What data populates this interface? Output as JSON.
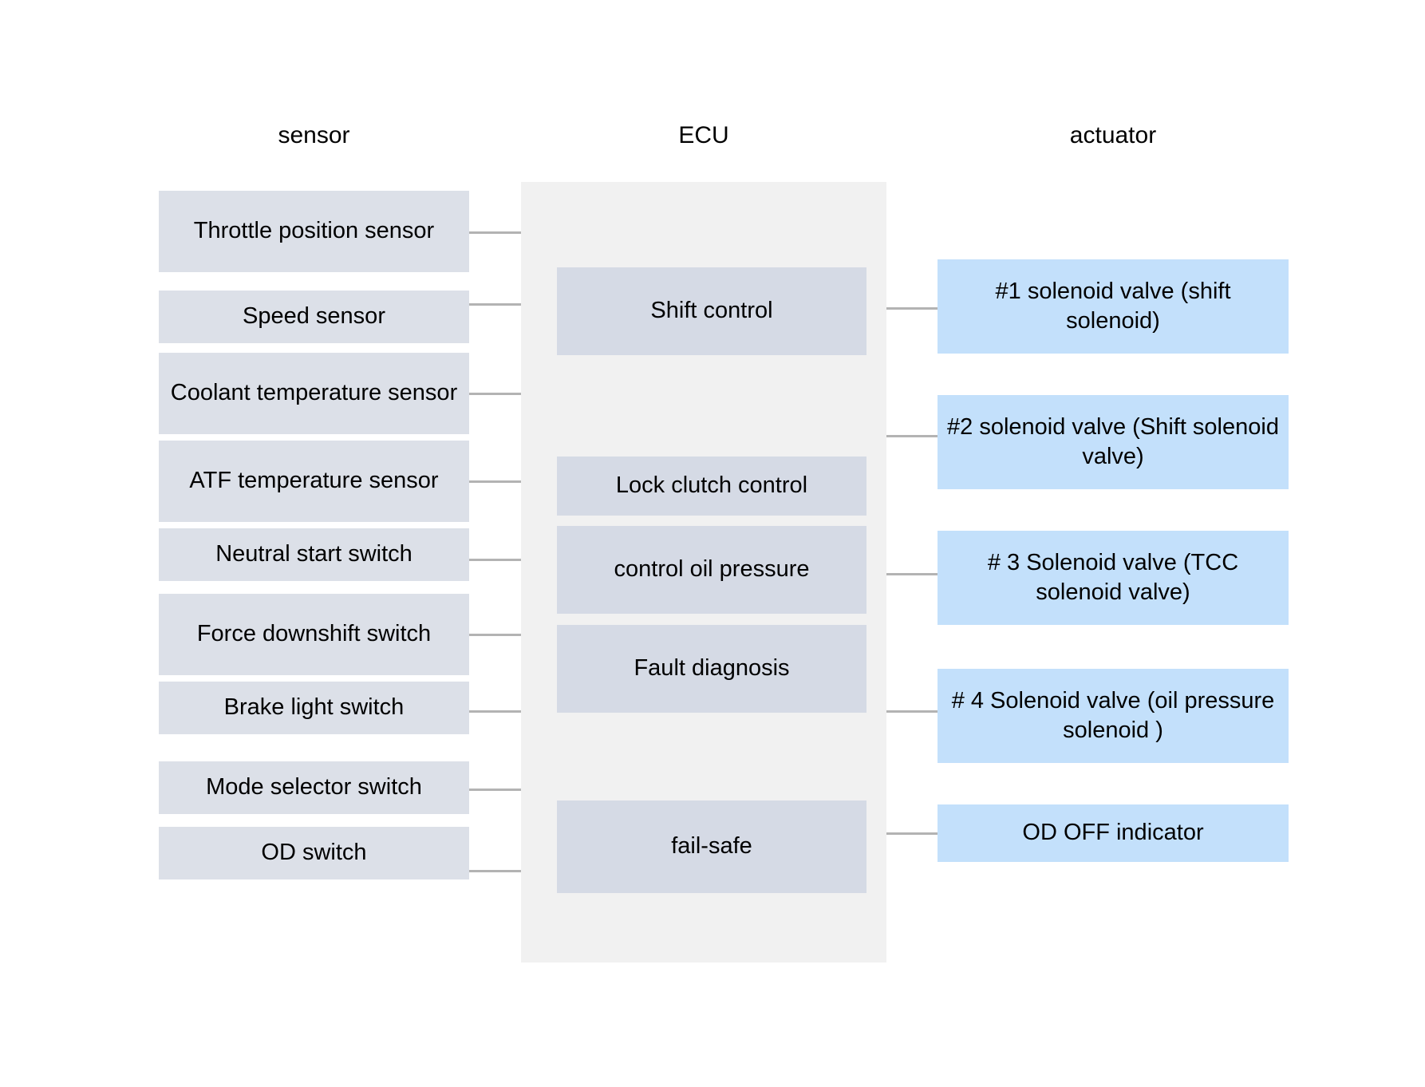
{
  "diagram": {
    "title_columns": {
      "sensor": "sensor",
      "ecu": "ECU",
      "actuator": "actuator"
    },
    "colors": {
      "sensor_box": "#dce0e8",
      "ecu_panel": "#f1f1f1",
      "ecu_box": "#d5dae5",
      "actuator_box": "#c3e0fb",
      "connector": "#b3b3b3",
      "background": "#ffffff",
      "text": "#000000"
    },
    "sensors": [
      {
        "label": "Throttle position sensor"
      },
      {
        "label": "Speed sensor"
      },
      {
        "label": "Coolant temperature sensor"
      },
      {
        "label": "ATF temperature sensor"
      },
      {
        "label": "Neutral start switch"
      },
      {
        "label": "Force downshift switch"
      },
      {
        "label": "Brake light switch"
      },
      {
        "label": "Mode selector switch"
      },
      {
        "label": "OD switch"
      }
    ],
    "ecu_functions": [
      {
        "label": "Shift control"
      },
      {
        "label": "Lock clutch control"
      },
      {
        "label": "control oil pressure"
      },
      {
        "label": "Fault diagnosis"
      },
      {
        "label": "fail-safe"
      }
    ],
    "actuators": [
      {
        "label": "#1 solenoid valve (shift solenoid)"
      },
      {
        "label": "#2 solenoid valve (Shift solenoid valve)"
      },
      {
        "label": "# 3 Solenoid valve (TCC solenoid valve)"
      },
      {
        "label": "# 4 Solenoid valve (oil pressure solenoid )"
      },
      {
        "label": "OD OFF indicator"
      }
    ]
  }
}
